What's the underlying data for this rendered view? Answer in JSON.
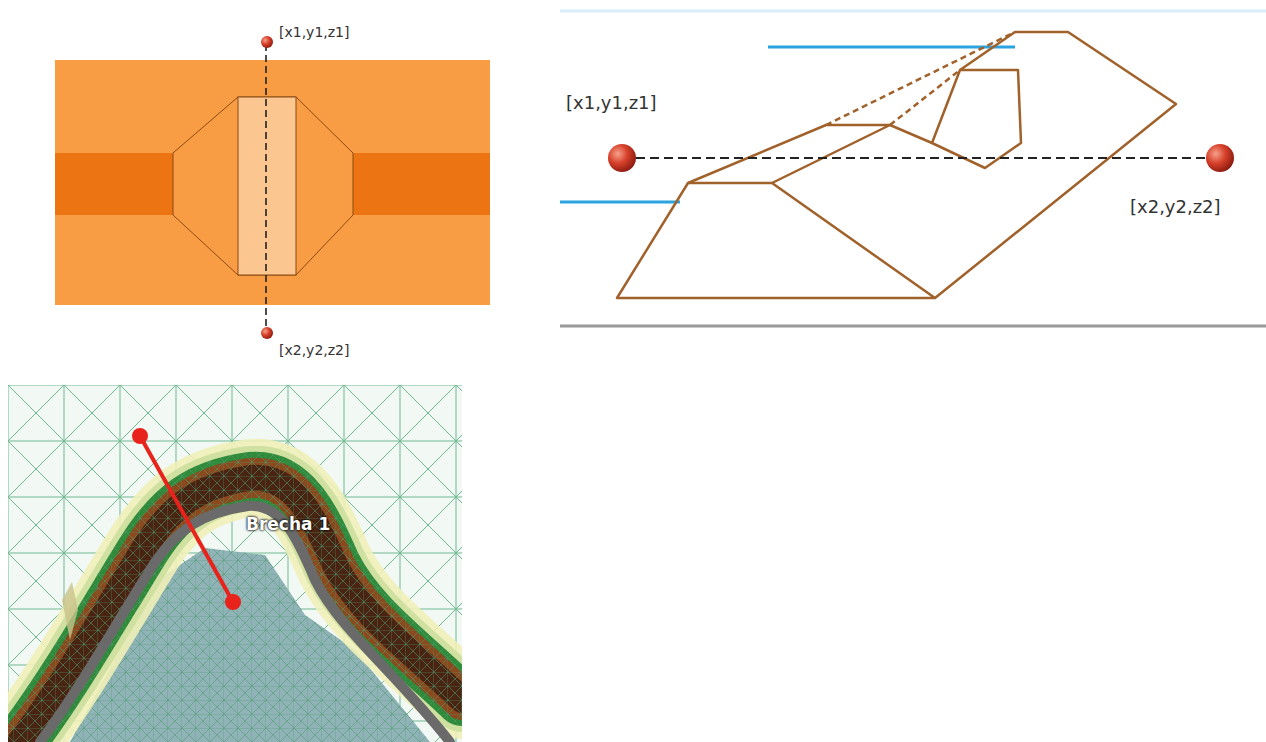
{
  "diagram": {
    "labels": [
      "[x1,y1,z1]",
      "[x2,y2,z2]",
      "[x1,y1,z1]",
      "[x2,y2,z2]",
      "Brecha 1"
    ]
  }
}
